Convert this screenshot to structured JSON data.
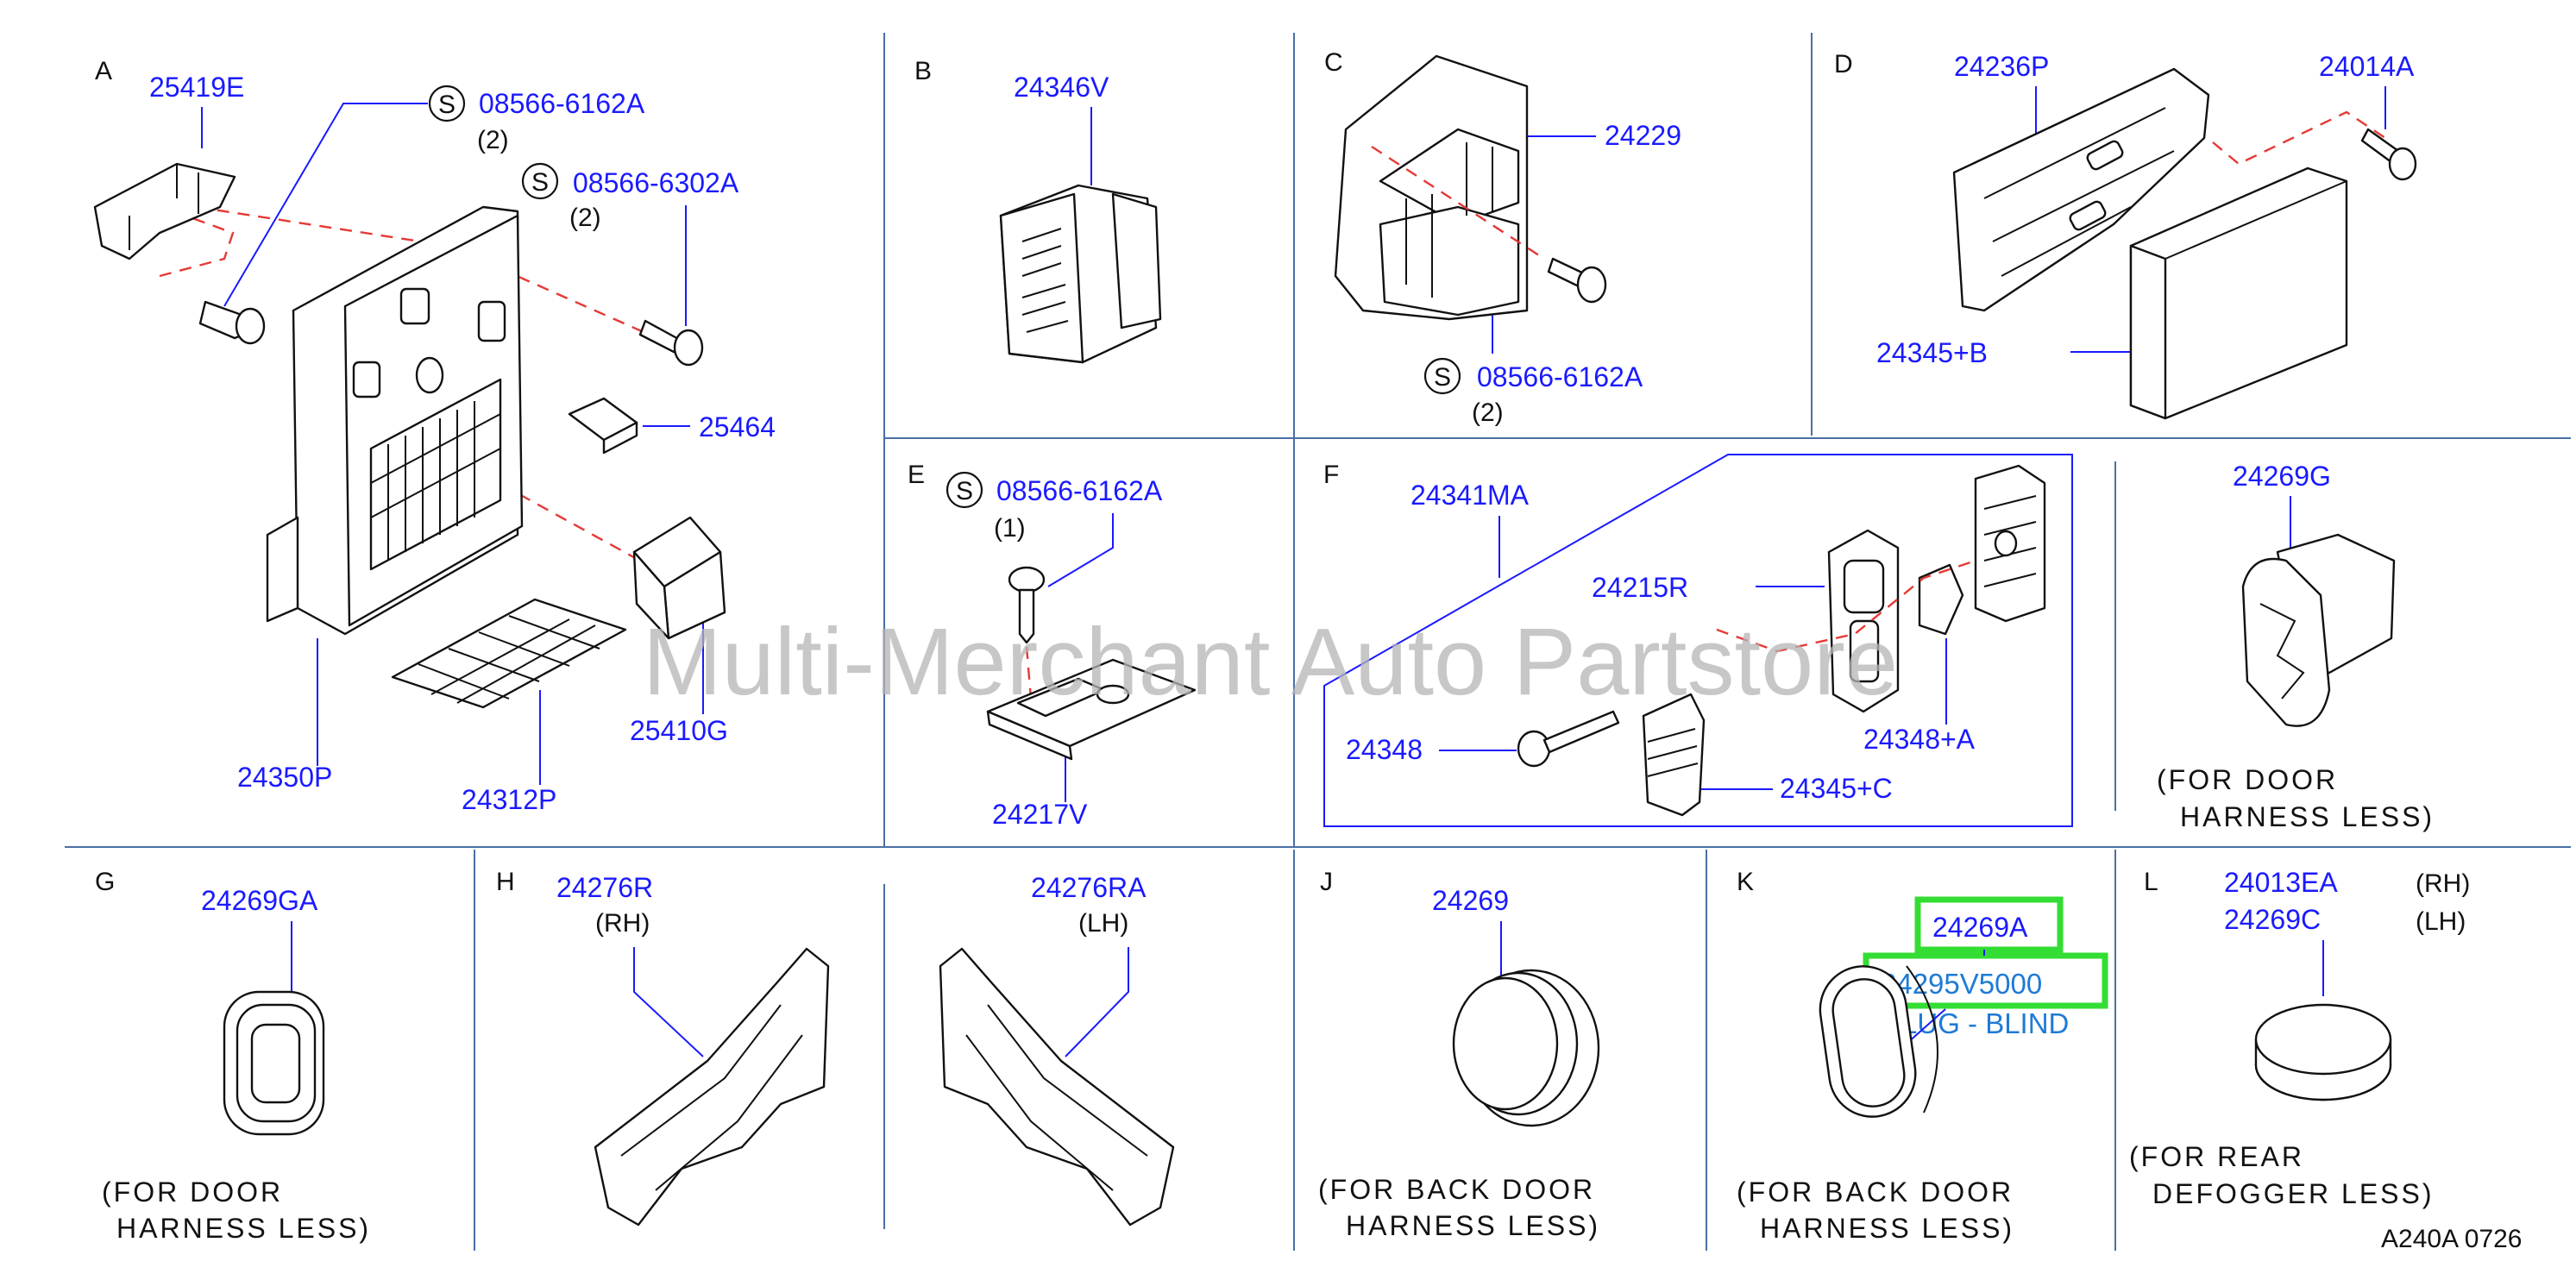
{
  "watermark": "Multi-Merchant Auto Partstore",
  "diagram_code": "A240A  0726",
  "sections": {
    "A": {
      "letter": "A",
      "parts": {
        "p1": "25419E",
        "p2": "08566-6162A",
        "p2_qty": "(2)",
        "p3": "08566-6302A",
        "p3_qty": "(2)",
        "p4": "25464",
        "p5": "25410G",
        "p6": "24350P",
        "p7": "24312P"
      }
    },
    "B": {
      "letter": "B",
      "parts": {
        "p1": "24346V"
      }
    },
    "C": {
      "letter": "C",
      "parts": {
        "p1": "24229",
        "p2": "08566-6162A",
        "p2_qty": "(2)"
      }
    },
    "D": {
      "letter": "D",
      "parts": {
        "p1": "24236P",
        "p2": "24014A",
        "p3": "24345+B"
      }
    },
    "E": {
      "letter": "E",
      "parts": {
        "p1": "08566-6162A",
        "p1_qty": "(1)",
        "p2": "24217V"
      }
    },
    "F": {
      "letter": "F",
      "parts": {
        "p1": "24341MA",
        "p2": "24215R",
        "p3": "24348+A",
        "p4": "24348",
        "p5": "24345+C"
      }
    },
    "F2": {
      "parts": {
        "p1": "24269G"
      },
      "note_l1": "(FOR  DOOR",
      "note_l2": "HARNESS  LESS)"
    },
    "G": {
      "letter": "G",
      "parts": {
        "p1": "24269GA"
      },
      "note_l1": "(FOR  DOOR",
      "note_l2": "HARNESS  LESS)"
    },
    "H": {
      "letter": "H",
      "parts": {
        "p1": "24276R",
        "p1_side": "(RH)",
        "p2": "24276RA",
        "p2_side": "(LH)"
      }
    },
    "J": {
      "letter": "J",
      "parts": {
        "p1": "24269"
      },
      "note_l1": "(FOR  BACK  DOOR",
      "note_l2": "HARNESS  LESS)"
    },
    "K": {
      "letter": "K",
      "parts": {
        "p1": "24269A",
        "p2": "24295V5000",
        "p2_desc": "PLUG - BLIND"
      },
      "note_l1": "(FOR  BACK  DOOR",
      "note_l2": "HARNESS  LESS)"
    },
    "L": {
      "letter": "L",
      "parts": {
        "p1": "24013EA",
        "p1_side": "(RH)",
        "p2": "24269C",
        "p2_side": "(LH)"
      },
      "note_l1": "(FOR  REAR",
      "note_l2": "DEFOGGER  LESS)"
    }
  },
  "standard_marker": "S",
  "colors": {
    "part_number": "#1a1aff",
    "highlight": "#33dd33",
    "dashed_guide": "#e53935",
    "grid": "#4a6fa5"
  }
}
